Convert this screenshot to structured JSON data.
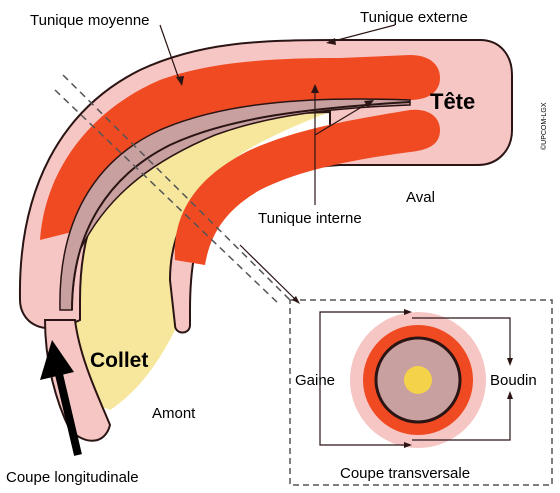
{
  "labels": {
    "tunique_moyenne": "Tunique moyenne",
    "tunique_externe": "Tunique externe",
    "tete": "Tête",
    "tunique_interne": "Tunique interne",
    "aval": "Aval",
    "collet": "Collet",
    "amont": "Amont",
    "coupe_longitudinale": "Coupe longitudinale",
    "gaine": "Gaine",
    "boudin": "Boudin",
    "coupe_transversale": "Coupe transversale",
    "credit": "©UPCOM-LGX"
  },
  "colors": {
    "outer_sheath": "#f6c6c4",
    "outline": "#2a1414",
    "media_red": "#f04a22",
    "intima": "#c9a0a0",
    "collar_yellow": "#f6e79c",
    "lumen_yellow": "#f4d24a",
    "dashed": "#555555"
  }
}
